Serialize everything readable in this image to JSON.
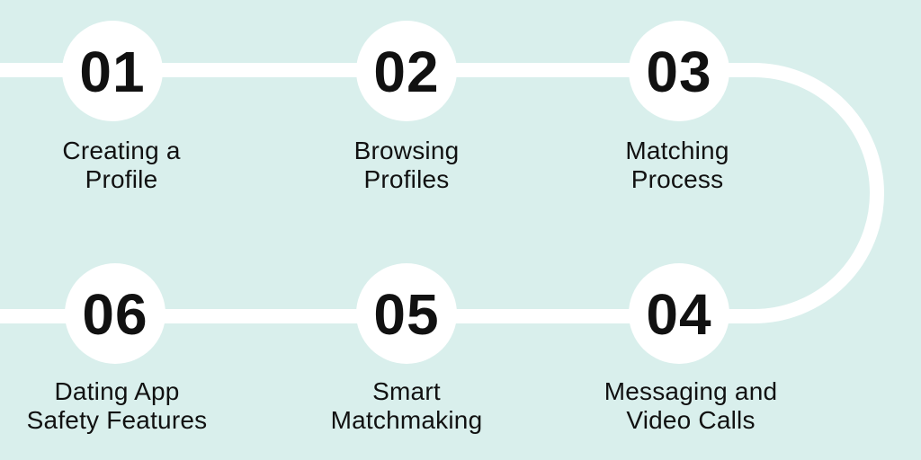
{
  "canvas": {
    "background_color": "#d9efec",
    "path_color": "#ffffff",
    "text_color": "#111111"
  },
  "diagram": {
    "type": "snake-timeline",
    "description": "Six-step dating app process flow connected by a white line that loops on the right side"
  },
  "steps": [
    {
      "num": "01",
      "line1": "Creating a",
      "line2": "Profile"
    },
    {
      "num": "02",
      "line1": "Browsing",
      "line2": "Profiles"
    },
    {
      "num": "03",
      "line1": "Matching",
      "line2": "Process"
    },
    {
      "num": "04",
      "line1": "Messaging and",
      "line2": "Video Calls"
    },
    {
      "num": "05",
      "line1": "Smart",
      "line2": "Matchmaking"
    },
    {
      "num": "06",
      "line1": "Dating App",
      "line2": "Safety Features"
    }
  ]
}
